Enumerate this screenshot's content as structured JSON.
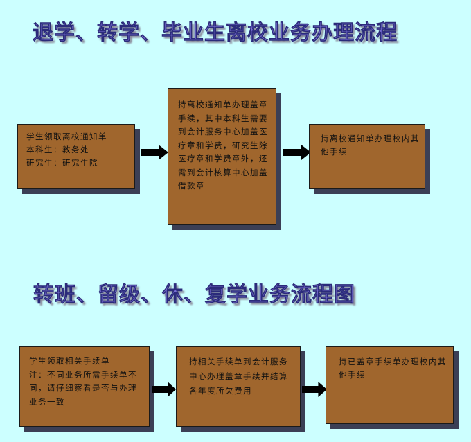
{
  "titles": {
    "withdraw_flow": "退学、转学、毕业生离校业务办理流程",
    "class_change_flow": "转班、留级、休、复学业务流程图"
  },
  "withdraw_flow": {
    "steps": [
      {
        "lines": [
          "学生领取离校通知单",
          "本科生：教务处",
          "研究生：研究生院"
        ]
      },
      {
        "lines": [
          "持离校通知单办理盖章手续，其中本科生需要到会计服务中心加盖医疗章和学费，研究生除医疗章和学费章外，还需到会计核算中心加盖借款章"
        ]
      },
      {
        "lines": [
          "持离校通知单办理校内其他手续"
        ]
      }
    ]
  },
  "class_change_flow": {
    "steps": [
      {
        "lines": [
          "学生领取相关手续单",
          "注：不同业务所需手续单不同，请仔细察看是否与办理业务一致"
        ]
      },
      {
        "lines": [
          "持相关手续单到会计服务中心办理盖章手续并结算各年度所欠费用"
        ]
      },
      {
        "lines": [
          "持已盖章手续单办理校内其他手续"
        ]
      }
    ]
  },
  "colors": {
    "background": "#ccffff",
    "box_fill": "#a0662d",
    "box_shadow": "#3b3f55",
    "title_fill": "#7a6fd6",
    "arrow": "#000000"
  },
  "icons": {
    "arrow": "arrow-right-icon"
  }
}
